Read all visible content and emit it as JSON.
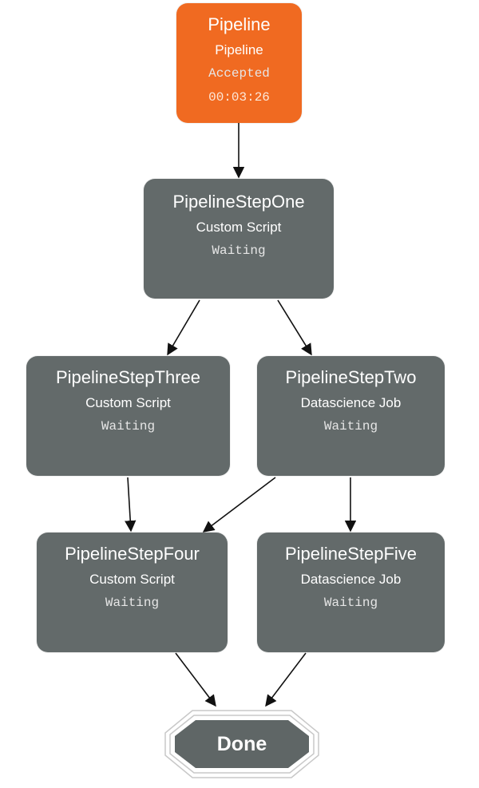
{
  "colors": {
    "pipeline_fill": "#f06a21",
    "step_fill": "#636a6a",
    "done_fill": "#5f6666",
    "edge": "#111111",
    "done_border": "#c8c8c8"
  },
  "nodes": {
    "pipeline": {
      "title": "Pipeline",
      "subtitle": "Pipeline",
      "status": "Accepted",
      "timer": "00:03:26"
    },
    "step_one": {
      "title": "PipelineStepOne",
      "subtitle": "Custom Script",
      "status": "Waiting"
    },
    "step_three": {
      "title": "PipelineStepThree",
      "subtitle": "Custom Script",
      "status": "Waiting"
    },
    "step_two": {
      "title": "PipelineStepTwo",
      "subtitle": "Datascience Job",
      "status": "Waiting"
    },
    "step_four": {
      "title": "PipelineStepFour",
      "subtitle": "Custom Script",
      "status": "Waiting"
    },
    "step_five": {
      "title": "PipelineStepFive",
      "subtitle": "Datascience Job",
      "status": "Waiting"
    },
    "done": {
      "label": "Done"
    }
  },
  "edges": [
    {
      "from": "pipeline",
      "to": "step_one"
    },
    {
      "from": "step_one",
      "to": "step_three"
    },
    {
      "from": "step_one",
      "to": "step_two"
    },
    {
      "from": "step_three",
      "to": "step_four"
    },
    {
      "from": "step_two",
      "to": "step_four"
    },
    {
      "from": "step_two",
      "to": "step_five"
    },
    {
      "from": "step_four",
      "to": "done"
    },
    {
      "from": "step_five",
      "to": "done"
    }
  ]
}
